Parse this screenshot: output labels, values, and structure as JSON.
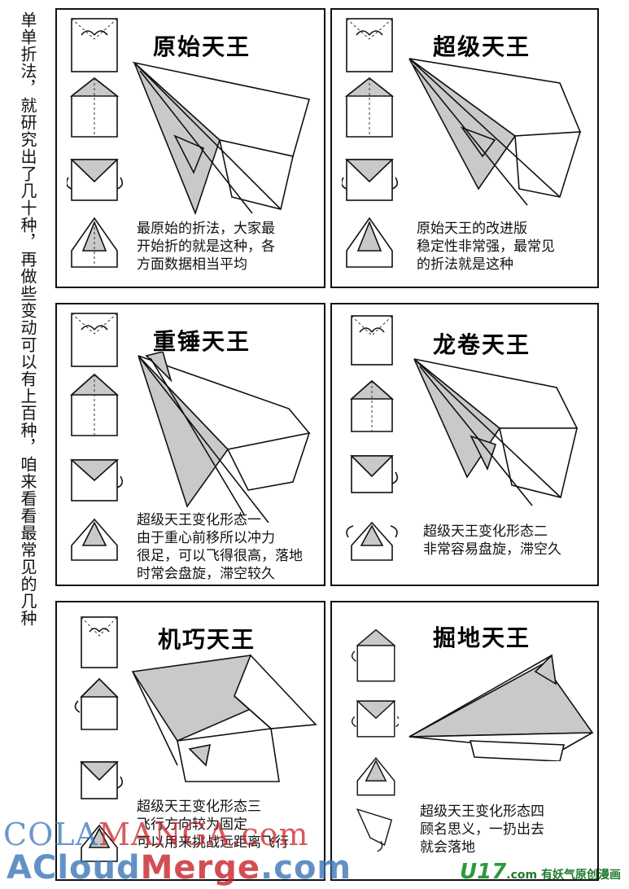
{
  "side_note": "单单折法，就研究出了几十种，再做些变动可以有上百种，咱来看看最常见的几种",
  "panels": [
    {
      "title": "原始天王",
      "caption": "最原始的折法，大家最\n开始折的就是这种，各\n方面数据相当平均"
    },
    {
      "title": "超级天王",
      "caption": "原始天王的改进版\n稳定性非常强，最常见\n的折法就是这种"
    },
    {
      "title": "重锤天王",
      "caption": "超级天王变化形态一\n由于重心前移所以冲力\n很足，可以飞得很高，落地\n时常会盘旋，滞空较久"
    },
    {
      "title": "龙卷天王",
      "caption": "超级天王变化形态二\n非常容易盘旋，滞空久"
    },
    {
      "title": "机巧天王",
      "caption": "超级天王变化形态三\n飞行方向较为固定\n可以用来挑战远距离飞行"
    },
    {
      "title": "掘地天王",
      "caption": "超级天王变化形态四\n顾名思义，一扔出去\n就会落地"
    }
  ],
  "watermarks": {
    "line1_a": "COLA",
    "line1_b": "MANGA",
    "line1_c": ".com",
    "line2_a": "ACloud",
    "line2_b": "Merge",
    "line2_c": ".com"
  },
  "site_logo": {
    "brand": "U17",
    "domain": ".com",
    "tagline": "有妖气原创漫画"
  },
  "colors": {
    "watermark_blue": "#3a76b8",
    "watermark_red": "#c9232a",
    "logo_green": "#2c9a3c"
  }
}
